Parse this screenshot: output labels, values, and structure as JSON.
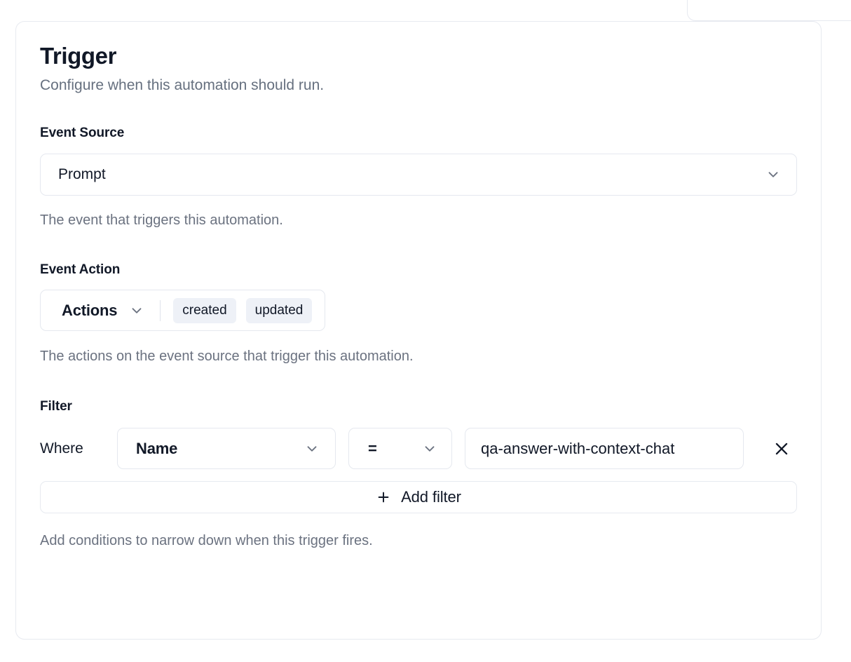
{
  "card": {
    "title": "Trigger",
    "subtitle": "Configure when this automation should run."
  },
  "event_source": {
    "label": "Event Source",
    "selected": "Prompt",
    "helper": "The event that triggers this automation.",
    "chevron_icon": "chevron-down-icon"
  },
  "event_action": {
    "label": "Event Action",
    "trigger_label": "Actions",
    "chevron_icon": "chevron-down-icon",
    "selected_actions": [
      "created",
      "updated"
    ],
    "helper": "The actions on the event source that trigger this automation."
  },
  "filter": {
    "label": "Filter",
    "where_label": "Where",
    "field": {
      "selected": "Name",
      "chevron_icon": "chevron-down-icon"
    },
    "operator": {
      "selected": "=",
      "chevron_icon": "chevron-down-icon"
    },
    "value": "qa-answer-with-context-chat",
    "value_placeholder": "Value",
    "remove_icon": "close-icon",
    "add_filter_label": "Add filter",
    "add_filter_icon": "plus-icon",
    "helper": "Add conditions to narrow down when this trigger fires."
  },
  "colors": {
    "text_primary": "#111827",
    "text_muted": "#6b7280",
    "border": "#e5e8ef",
    "pill_bg": "#eef1f7",
    "chevron": "#6b7280",
    "surface": "#ffffff"
  }
}
